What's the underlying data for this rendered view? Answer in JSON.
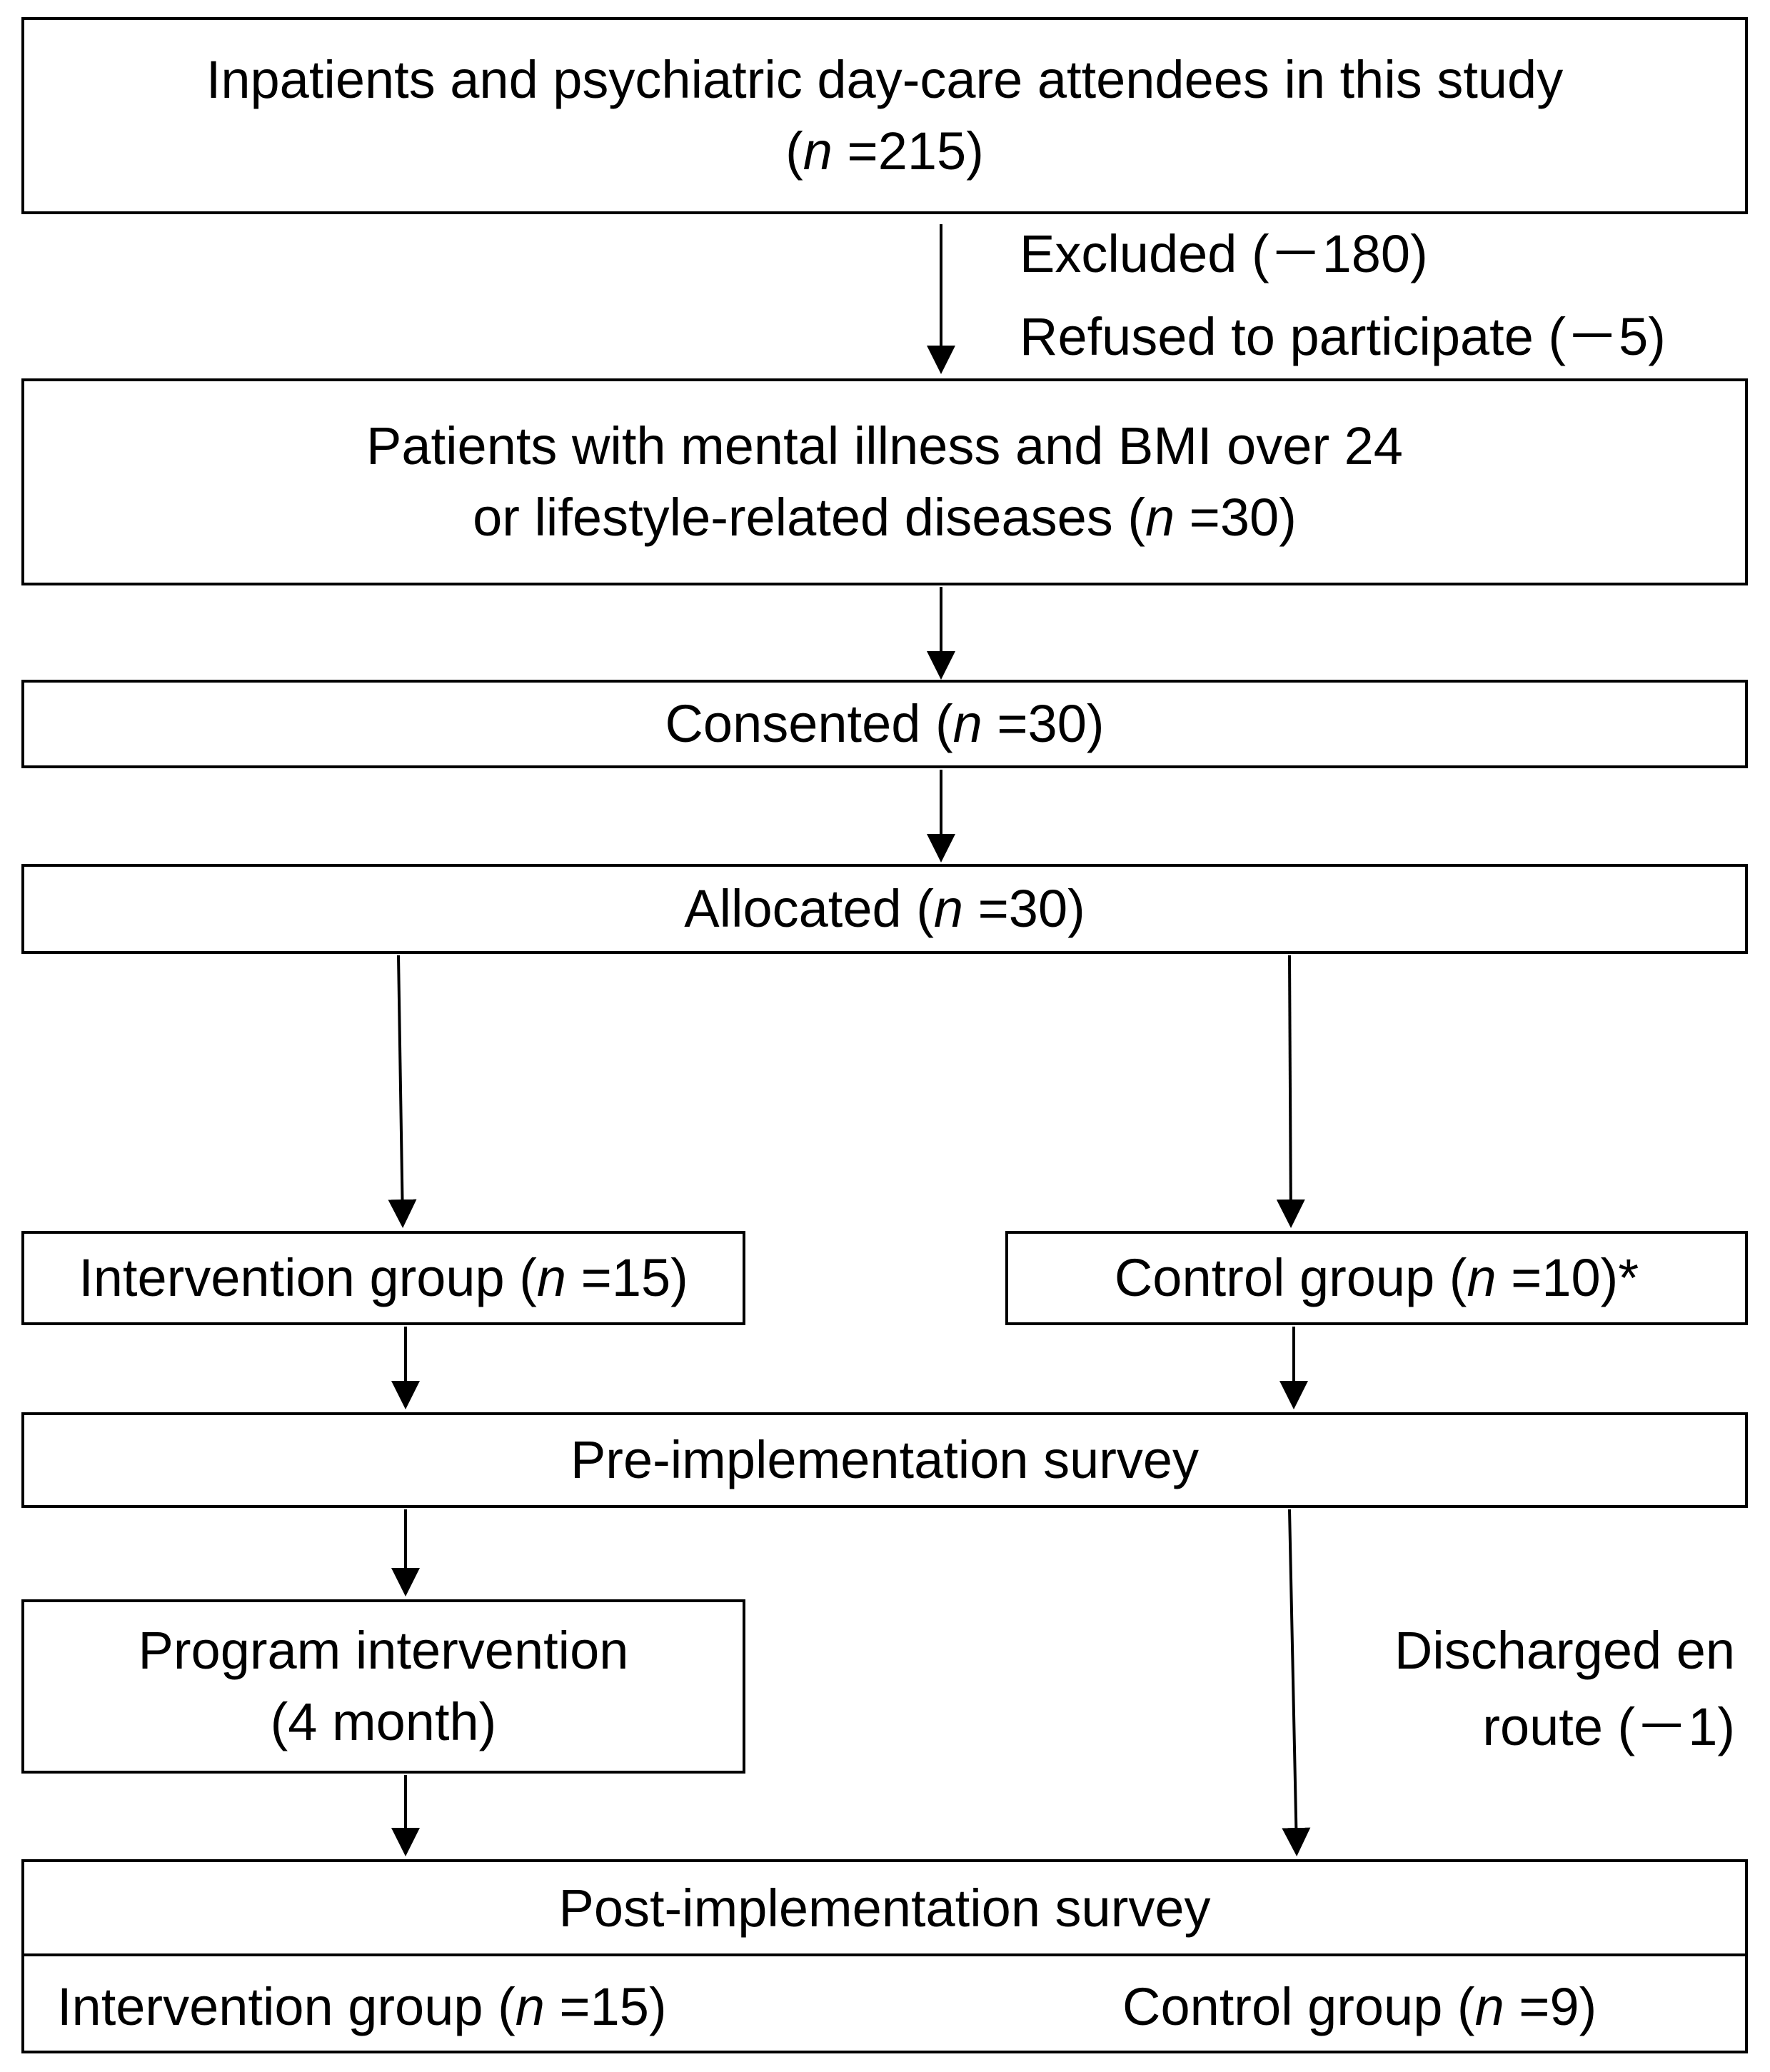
{
  "diagram": {
    "box1": {
      "line1": "Inpatients and psychiatric day-care attendees in this study",
      "n_label": "n",
      "n_value": " =215)"
    },
    "exclusion": {
      "excluded": "Excluded (－180)",
      "refused": "Refused to participate (－5)"
    },
    "box2": {
      "line1": "Patients with mental illness and BMI over 24",
      "line2_pre": "or lifestyle-related diseases (",
      "n_label": "n",
      "n_value": " =30)"
    },
    "box3": {
      "pre": "Consented (",
      "n_label": "n",
      "n_value": " =30)"
    },
    "box4": {
      "pre": "Allocated  (",
      "n_label": "n",
      "n_value": " =30)"
    },
    "intervention_group": {
      "pre": "Intervention group (",
      "n_label": "n",
      "n_value": " =15)"
    },
    "control_group": {
      "pre": "Control group (",
      "n_label": "n",
      "n_value": " =10)*"
    },
    "pre_survey": {
      "label": "Pre-implementation survey"
    },
    "program": {
      "line1": "Program intervention",
      "line2": "(4 month)"
    },
    "discharged": {
      "line1": "Discharged en",
      "line2": "route (－1)"
    },
    "post_survey": {
      "label": "Post-implementation survey",
      "intervention_pre": "Intervention  group (",
      "intervention_n_label": "n",
      "intervention_n_value": " =15)",
      "control_pre": "Control  group (",
      "control_n_label": "n",
      "control_n_value": " =9)"
    }
  }
}
